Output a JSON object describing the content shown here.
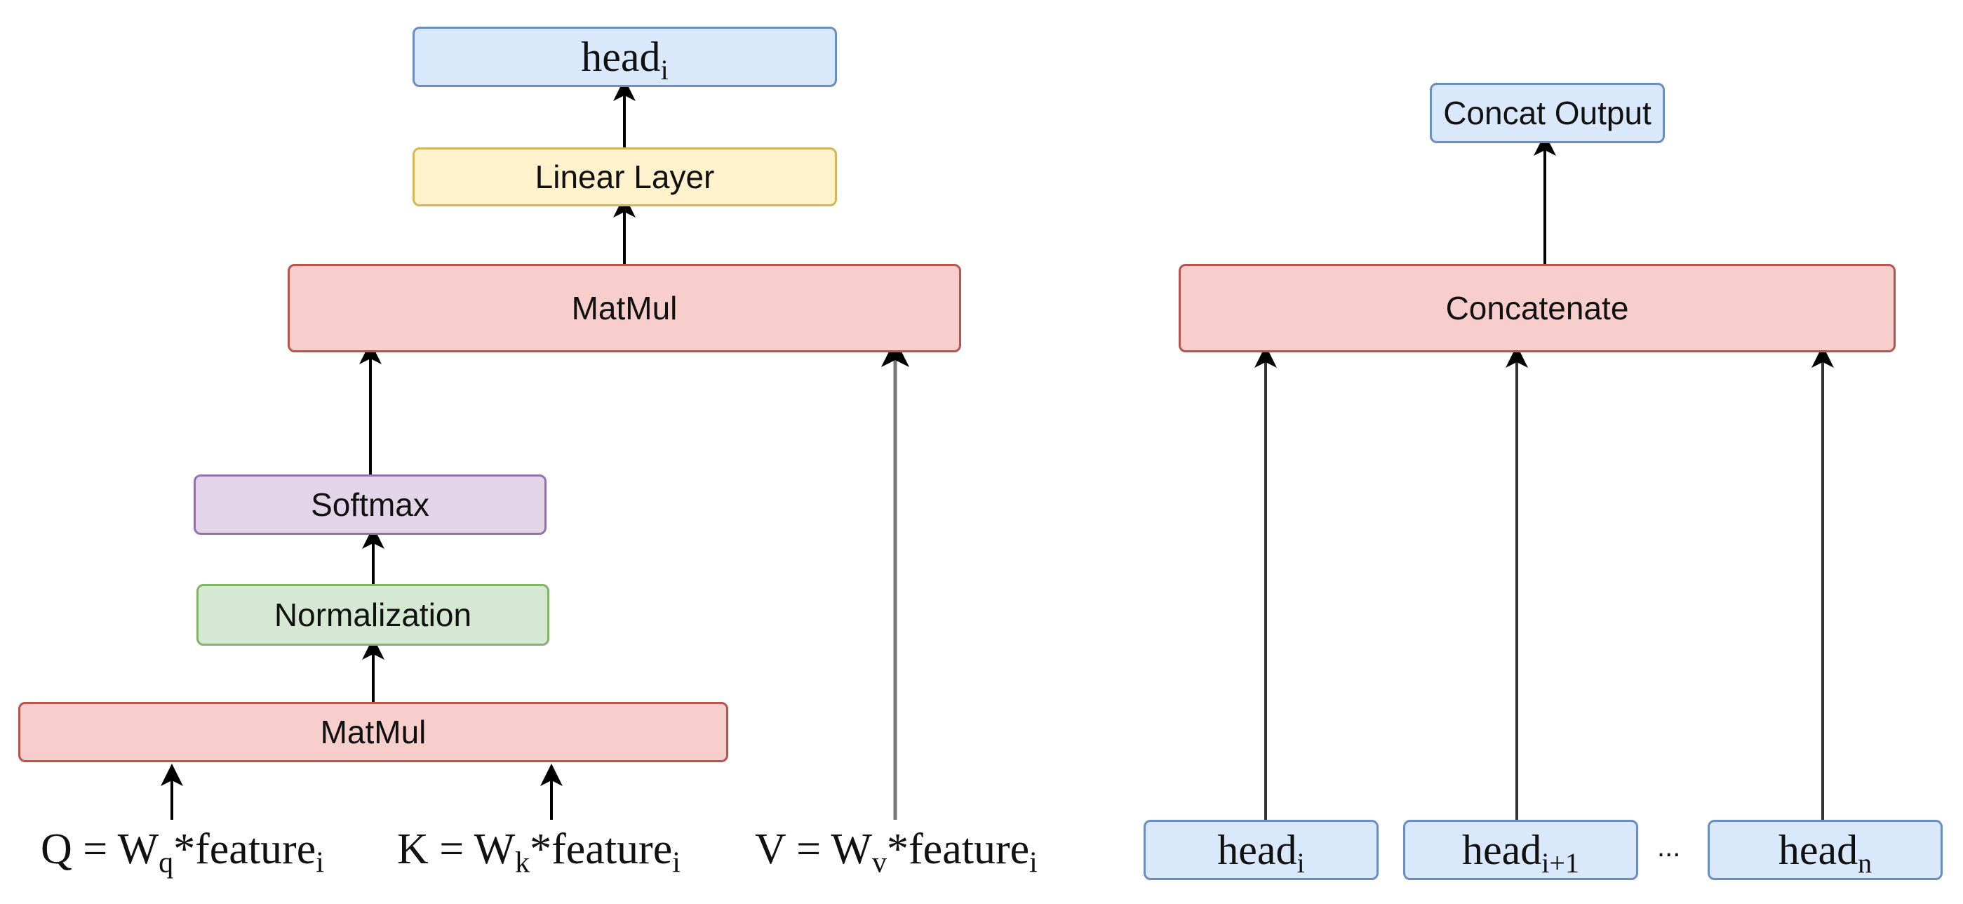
{
  "left": {
    "head_out": {
      "base": "head",
      "sub": "i"
    },
    "linear": "Linear Layer",
    "matmul_top": "MatMul",
    "softmax": "Softmax",
    "normalization": "Normalization",
    "matmul_bottom": "MatMul",
    "q": {
      "lhs": "Q = W",
      "sub_w": "q",
      "mid": "*feature",
      "sub_f": "i"
    },
    "k": {
      "lhs": "K = W",
      "sub_w": "k",
      "mid": "*feature",
      "sub_f": "i"
    },
    "v": {
      "lhs": "V = W",
      "sub_w": "v",
      "mid": "*feature",
      "sub_f": "i"
    }
  },
  "right": {
    "concat_output": "Concat Output",
    "concatenate": "Concatenate",
    "head_i": {
      "base": "head",
      "sub": "i"
    },
    "head_i1": {
      "base": "head",
      "sub": "i+1"
    },
    "ellipsis": "...",
    "head_n": {
      "base": "head",
      "sub": "n"
    }
  }
}
